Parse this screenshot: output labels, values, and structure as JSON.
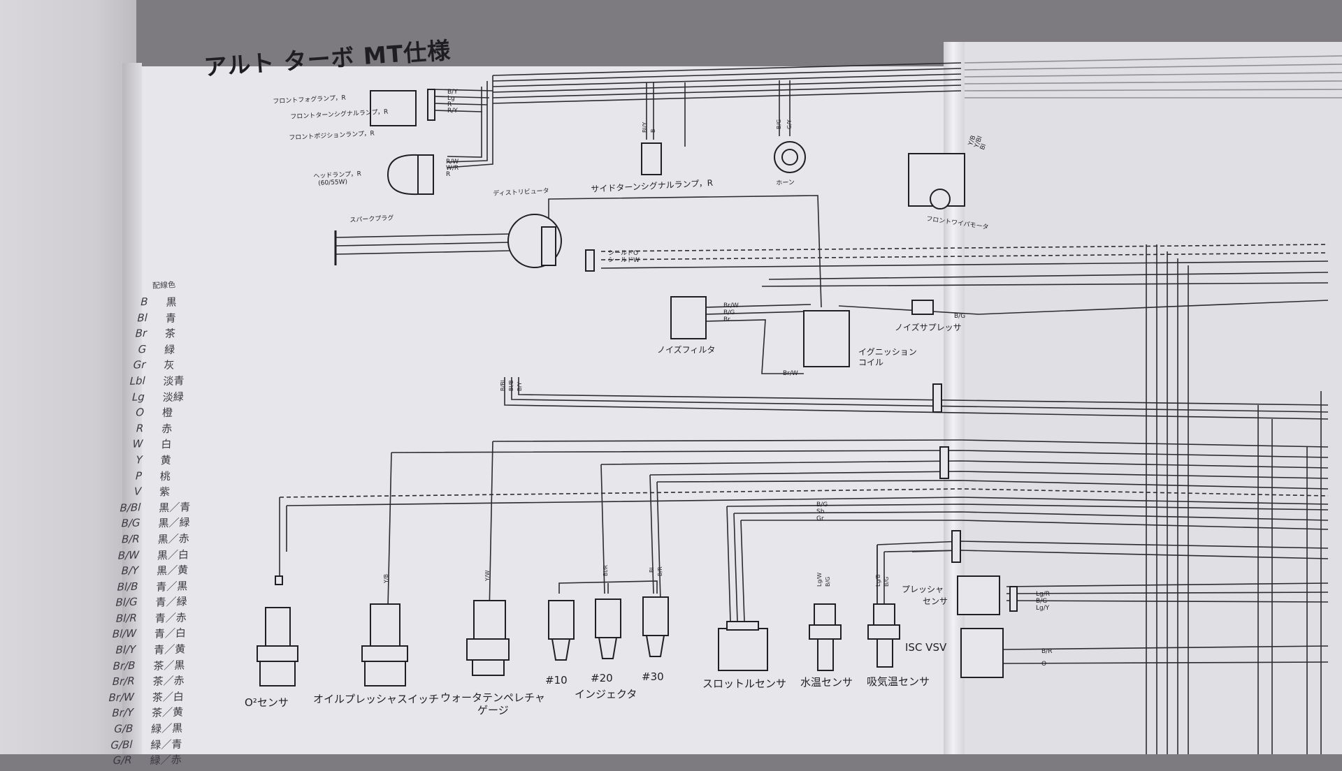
{
  "diagram": {
    "title": "アルト ターボ MT仕様",
    "legend_heading": "配線色",
    "legend": [
      {
        "code": "B",
        "color": "黒"
      },
      {
        "code": "Bl",
        "color": "青"
      },
      {
        "code": "Br",
        "color": "茶"
      },
      {
        "code": "G",
        "color": "緑"
      },
      {
        "code": "Gr",
        "color": "灰"
      },
      {
        "code": "Lbl",
        "color": "淡青"
      },
      {
        "code": "Lg",
        "color": "淡緑"
      },
      {
        "code": "O",
        "color": "橙"
      },
      {
        "code": "R",
        "color": "赤"
      },
      {
        "code": "W",
        "color": "白"
      },
      {
        "code": "Y",
        "color": "黄"
      },
      {
        "code": "P",
        "color": "桃"
      },
      {
        "code": "V",
        "color": "紫"
      },
      {
        "code": "B/Bl",
        "color": "黒／青"
      },
      {
        "code": "B/G",
        "color": "黒／緑"
      },
      {
        "code": "B/R",
        "color": "黒／赤"
      },
      {
        "code": "B/W",
        "color": "黒／白"
      },
      {
        "code": "B/Y",
        "color": "黒／黄"
      },
      {
        "code": "Bl/B",
        "color": "青／黒"
      },
      {
        "code": "Bl/G",
        "color": "青／緑"
      },
      {
        "code": "Bl/R",
        "color": "青／赤"
      },
      {
        "code": "Bl/W",
        "color": "青／白"
      },
      {
        "code": "Bl/Y",
        "color": "青／黄"
      },
      {
        "code": "Br/B",
        "color": "茶／黒"
      },
      {
        "code": "Br/R",
        "color": "茶／赤"
      },
      {
        "code": "Br/W",
        "color": "茶／白"
      },
      {
        "code": "Br/Y",
        "color": "茶／黄"
      },
      {
        "code": "G/B",
        "color": "緑／黒"
      },
      {
        "code": "G/Bl",
        "color": "緑／青"
      },
      {
        "code": "G/R",
        "color": "緑／赤"
      }
    ],
    "components": {
      "front_fog_lamp": "フロントフォグランプ，R",
      "front_turn_signal": "フロントターンシグナルランプ，R",
      "front_position_lamp": "フロントポジションランプ，R",
      "headlamp": "ヘッドランプ，R",
      "headlamp_rating": "(60/55W)",
      "distributor": "ディストリビュータ",
      "side_turn_signal": "サイドターンシグナルランプ，R",
      "horn": "ホーン",
      "front_wiper_motor": "フロントワイパモータ",
      "spark_plug": "スパークプラグ",
      "noise_filter": "ノイズフィルタ",
      "ignition_coil_1": "イグニッション",
      "ignition_coil_2": "コイル",
      "noise_suppressor": "ノイズサプレッサ",
      "o2_sensor": "O²センサ",
      "oil_pressure_switch": "オイルプレッシャスイッチ",
      "water_temp_gauge_1": "ウォータテンペレチャ",
      "water_temp_gauge_2": "ゲージ",
      "injector_1": "#10",
      "injector_2": "#20",
      "injector_3": "#30",
      "injector": "インジェクタ",
      "throttle_sensor": "スロットルセンサ",
      "water_temp_sensor": "水温センサ",
      "intake_temp_sensor": "吸気温センサ",
      "pressure_sensor_1": "プレッシャ",
      "pressure_sensor_2": "センサ",
      "isc_vsv": "ISC VSV"
    },
    "wire_codes": {
      "fog": [
        "B/Y",
        "Lg",
        "R",
        "R/Y"
      ],
      "headlamp": [
        "R/W",
        "W/R",
        "R"
      ],
      "side_turn": [
        "Bl/Y",
        "B"
      ],
      "horn": [
        "B/G",
        "G/Y"
      ],
      "shield": [
        "シールドO",
        "シールドW"
      ],
      "noise_filter": [
        "Br/W",
        "B/G",
        "Br"
      ],
      "coil_bottom": "Br/W",
      "suppressor": "B/G",
      "mid_bundle": [
        "B/Bl",
        "Bl/B",
        "B/Y"
      ],
      "oil": "Y/B",
      "water_gauge": "Y/W",
      "inj_1": "Bl/R",
      "inj_2a": "Bl",
      "inj_2b": "B/R",
      "throttle": [
        "B/G",
        "Sb",
        "Gr"
      ],
      "water_sensor": [
        "Lg/W",
        "B/G"
      ],
      "intake_sensor": [
        "Lg/B",
        "B/G"
      ],
      "pressure": [
        "Lg/R",
        "B/G",
        "Lg/Y"
      ],
      "isc": [
        "B/R",
        "O"
      ],
      "wiper": [
        "Y/B",
        "Y/Bl",
        "Bl"
      ]
    }
  }
}
